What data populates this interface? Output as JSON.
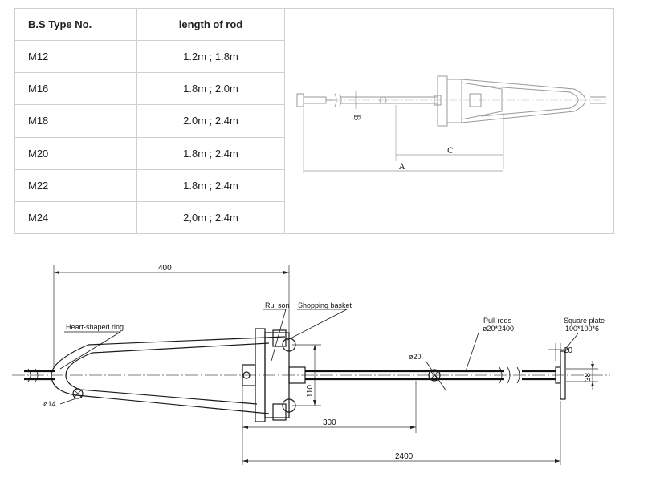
{
  "table": {
    "headers": [
      "B.S Type No.",
      "length of rod"
    ],
    "rows": [
      {
        "type": "M12",
        "length": "1.2m ; 1.8m"
      },
      {
        "type": "M16",
        "length": "1.8m ; 2.0m"
      },
      {
        "type": "M18",
        "length": "2.0m ; 2.4m"
      },
      {
        "type": "M20",
        "length": "1.8m ; 2.4m"
      },
      {
        "type": "M22",
        "length": "1.8m ; 2.4m"
      },
      {
        "type": "M24",
        "length": "2,0m ; 2.4m"
      }
    ]
  },
  "small_drawing": {
    "label_a": "A",
    "label_b": "B",
    "label_c": "C"
  },
  "main_drawing": {
    "dim_400": "400",
    "dim_300": "300",
    "dim_2400": "2400",
    "dim_110": "110",
    "dim_38": "38",
    "dim_phi14": "ø14",
    "dim_phi20": "ø20",
    "dim_20": "20",
    "label_heart_ring": "Heart-shaped ring",
    "label_rul_son": "Rul son",
    "label_shopping_basket": "Shopping basket",
    "label_pull_rods": "Pull rods",
    "label_pull_rods_spec": "ø20*2400",
    "label_square_plate": "Square plate",
    "label_square_plate_spec": "100*100*6"
  }
}
